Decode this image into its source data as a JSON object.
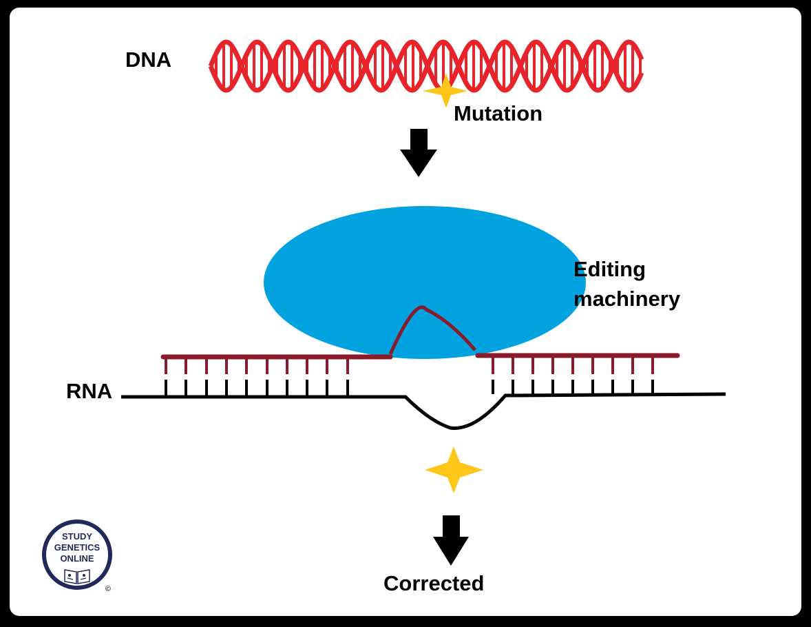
{
  "labels": {
    "dna": "DNA",
    "mutation": "Mutation",
    "editing_line1": "Editing",
    "editing_line2": "machinery",
    "rna": "RNA",
    "corrected": "Corrected"
  },
  "logo": {
    "line1": "STUDY",
    "line2": "GENETICS",
    "line3": "ONLINE",
    "copyright": "©"
  },
  "colors": {
    "dna_strand": "#e8232a",
    "guide_strand": "#8b1a2b",
    "editing_machinery": "#00a3e0",
    "star": "#ffc61a",
    "rna_strand": "#000000",
    "logo_ring": "#1f2a5a"
  },
  "icons": {
    "mutation_marker": "star-icon",
    "process_arrow": "arrow-down-icon",
    "logo_book": "book-icon"
  }
}
